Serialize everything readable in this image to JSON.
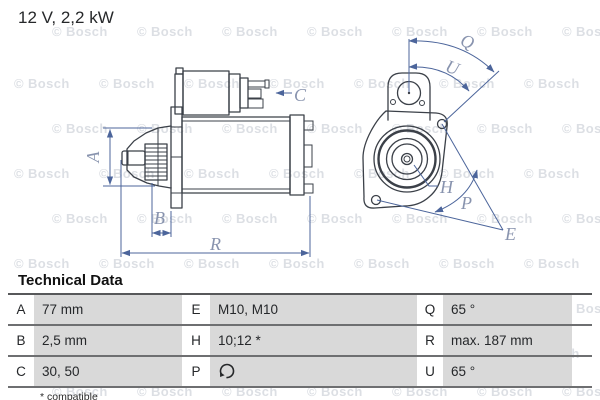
{
  "header": {
    "power_label": "12 V, 2,2 kW"
  },
  "watermark": {
    "text": "© Bosch"
  },
  "diagram": {
    "labels": {
      "A": "A",
      "B": "B",
      "C": "C",
      "R": "R",
      "Q": "Q",
      "U": "U",
      "H": "H",
      "P": "P",
      "E": "E"
    },
    "colors": {
      "outline": "#3b4048",
      "dimension_line": "#4c659b",
      "dimension_label": "#8893ae"
    }
  },
  "technical_data": {
    "heading": "Technical Data",
    "rows": [
      {
        "cells": [
          {
            "key": "A",
            "value": "77 mm"
          },
          {
            "key": "E",
            "value": "M10, M10"
          },
          {
            "key": "Q",
            "value": "65 °"
          }
        ]
      },
      {
        "cells": [
          {
            "key": "B",
            "value": "2,5 mm"
          },
          {
            "key": "H",
            "value": "10;12 *"
          },
          {
            "key": "R",
            "value": "max. 187 mm"
          }
        ]
      },
      {
        "cells": [
          {
            "key": "C",
            "value": "30, 50"
          },
          {
            "key": "P",
            "value": "",
            "icon": "rotation-direction"
          },
          {
            "key": "U",
            "value": "65 °"
          }
        ]
      }
    ],
    "footnote": "* compatible",
    "cell_value_bg": "#d9d9d9"
  }
}
